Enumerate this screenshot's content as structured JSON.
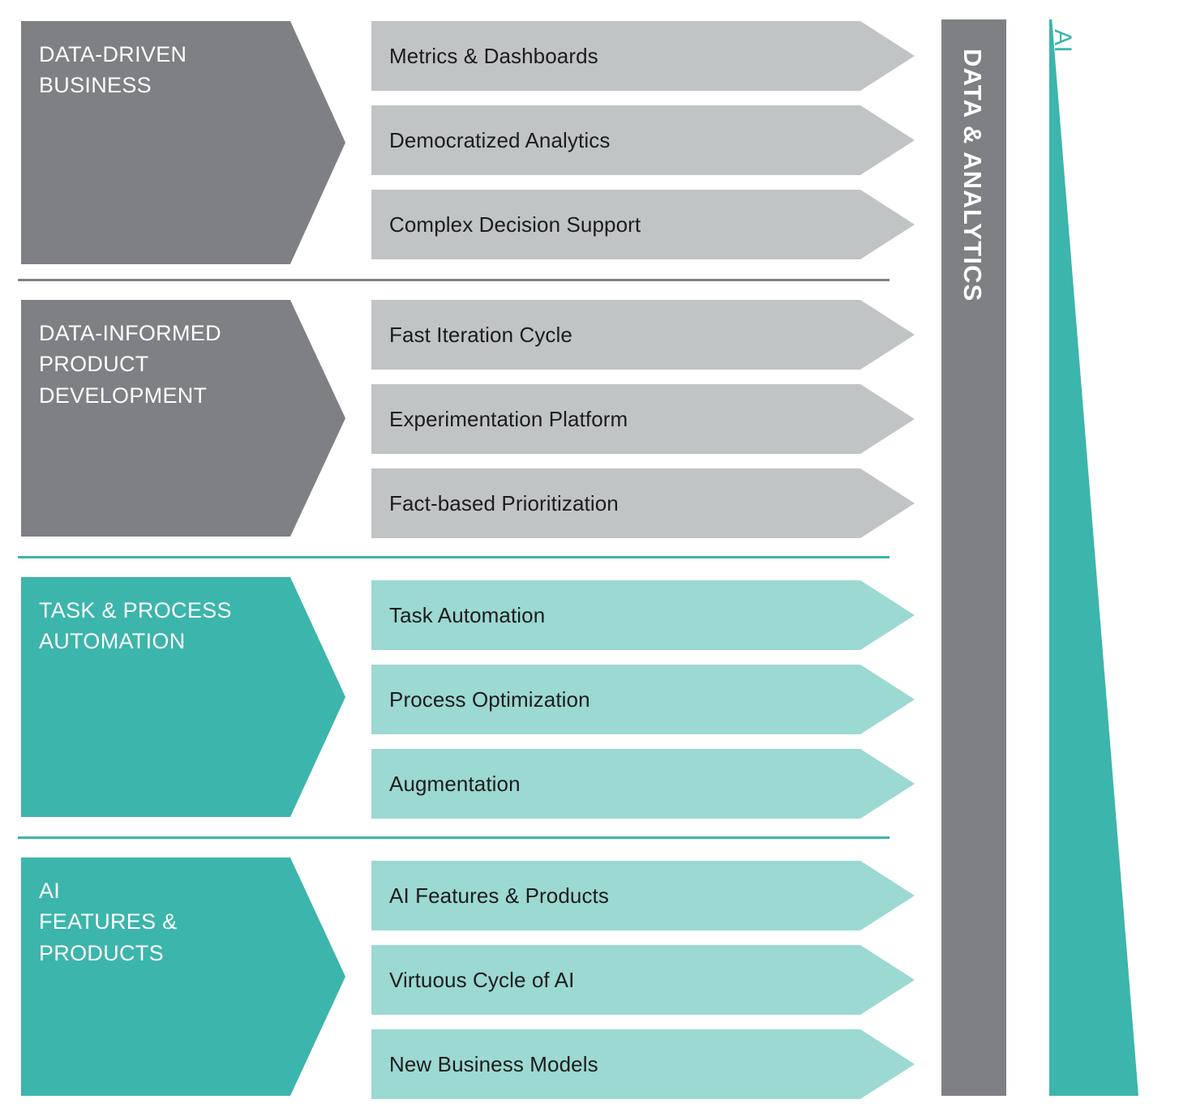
{
  "colors": {
    "dark_gray": "#7e8083",
    "light_gray": "#c1c4c5",
    "dark_teal": "#3cb5ac",
    "light_teal": "#9bd9d2",
    "text_dark": "#1c1c1c",
    "text_light": "#ffffff",
    "background": "#ffffff"
  },
  "groups": [
    {
      "title": "DATA-DRIVEN\nBUSINESS",
      "header_color": "#7e8083",
      "item_color": "#c1c4c5",
      "items": [
        "Metrics & Dashboards",
        "Democratized Analytics",
        "Complex Decision Support"
      ]
    },
    {
      "title": "DATA-INFORMED\nPRODUCT\nDEVELOPMENT",
      "header_color": "#7e8083",
      "item_color": "#c1c4c5",
      "items": [
        "Fast Iteration Cycle",
        "Experimentation Platform",
        "Fact-based Prioritization"
      ]
    },
    {
      "title": "TASK & PROCESS\nAUTOMATION",
      "header_color": "#3cb5ac",
      "item_color": "#9bd9d2",
      "items": [
        "Task Automation",
        "Process Optimization",
        "Augmentation"
      ]
    },
    {
      "title": "AI\nFEATURES &\nPRODUCTS",
      "header_color": "#3cb5ac",
      "item_color": "#9bd9d2",
      "items": [
        "AI Features & Products",
        "Virtuous Cycle of AI",
        "New Business Models"
      ]
    }
  ],
  "dividers": [
    {
      "color": "#7e8083"
    },
    {
      "color": "#3cb5ac"
    },
    {
      "color": "#3cb5ac"
    }
  ],
  "right_rail": {
    "bar_label": "DATA & ANALYTICS",
    "wedge_label": "AI"
  }
}
